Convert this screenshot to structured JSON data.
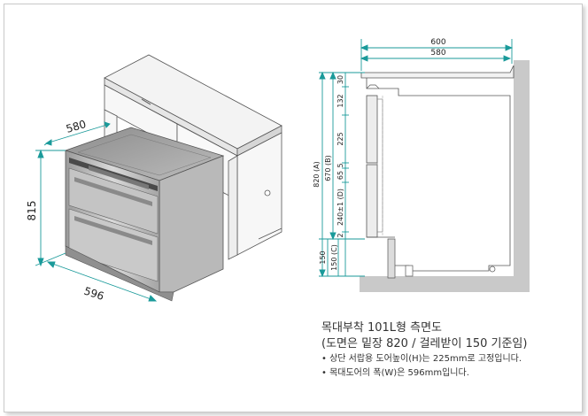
{
  "left_view": {
    "dim_depth": "580",
    "dim_height": "815",
    "dim_width": "596"
  },
  "side_view": {
    "dim_top_outer": "600",
    "dim_top_inner": "580",
    "dim_total": "820 (A)",
    "dim_body": "670 (B)",
    "dim_plinth": "150 (C)",
    "dim_plinth_left": "150",
    "seg_30": "30",
    "seg_132": "132",
    "seg_225": "225",
    "seg_5": "5",
    "seg_65": "65",
    "seg_240": "240±1 (D)",
    "seg_2": "2"
  },
  "caption": {
    "title_line1": "목대부착 101L형 측면도",
    "title_line2": "(도면은 밑장 820 / 걸레받이 150 기준임)",
    "bullets": [
      "• 상단 서랍용 도어높이(H)는 225mm로 고정입니다.",
      "• 목대도어의 폭(W)은 596mm입니다."
    ]
  },
  "colors": {
    "dimension": "#1a9a9a",
    "line": "#555555",
    "panel": "#cfcfcf"
  }
}
